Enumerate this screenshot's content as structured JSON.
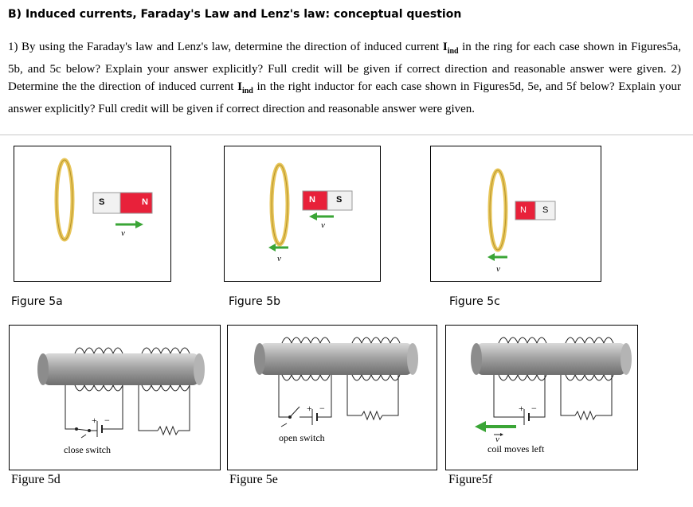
{
  "heading": "B) Induced currents, Faraday's Law and Lenz's law: conceptual question",
  "question": {
    "part1_a": "1) By using the Faraday's law and Lenz's law, determine the direction of induced current ",
    "current_symbol": "I",
    "current_sub": "ind",
    "part1_b": " in the ring for each case shown in Figures5a, 5b, and 5c below? Explain your answer explicitly? Full credit will be given if correct direction and reasonable answer were given. 2) Determine the the direction of induced current ",
    "part2_b": " in the right inductor for each case shown in Figures5d, 5e, and 5f below? Explain your answer explicitly? Full credit will be given if correct direction and reasonable answer were given."
  },
  "figures": {
    "fig5a": {
      "caption": "Figure 5a",
      "magnet_left": "S",
      "magnet_right": "N",
      "velocity": "v"
    },
    "fig5b": {
      "caption": "Figure 5b",
      "magnet_left": "N",
      "magnet_right": "S",
      "velocity_magnet": "v",
      "velocity_ring": "v"
    },
    "fig5c": {
      "caption": "Figure 5c",
      "magnet_left": "N",
      "magnet_right": "S",
      "velocity_ring": "v"
    },
    "fig5d": {
      "caption": "Figure 5d",
      "label": "close switch",
      "battery_plus": "+",
      "battery_minus": "−"
    },
    "fig5e": {
      "caption": "Figure 5e",
      "label": "open switch",
      "battery_plus": "+",
      "battery_minus": "−"
    },
    "fig5f": {
      "caption": "Figure5f",
      "label": "coil moves left",
      "velocity": "v",
      "battery_plus": "+",
      "battery_minus": "−"
    }
  },
  "colors": {
    "ring": "#e8c65a",
    "magnet_red": "#e8213a",
    "arrow_green": "#3aa536",
    "rod": "#9a9a9a"
  }
}
